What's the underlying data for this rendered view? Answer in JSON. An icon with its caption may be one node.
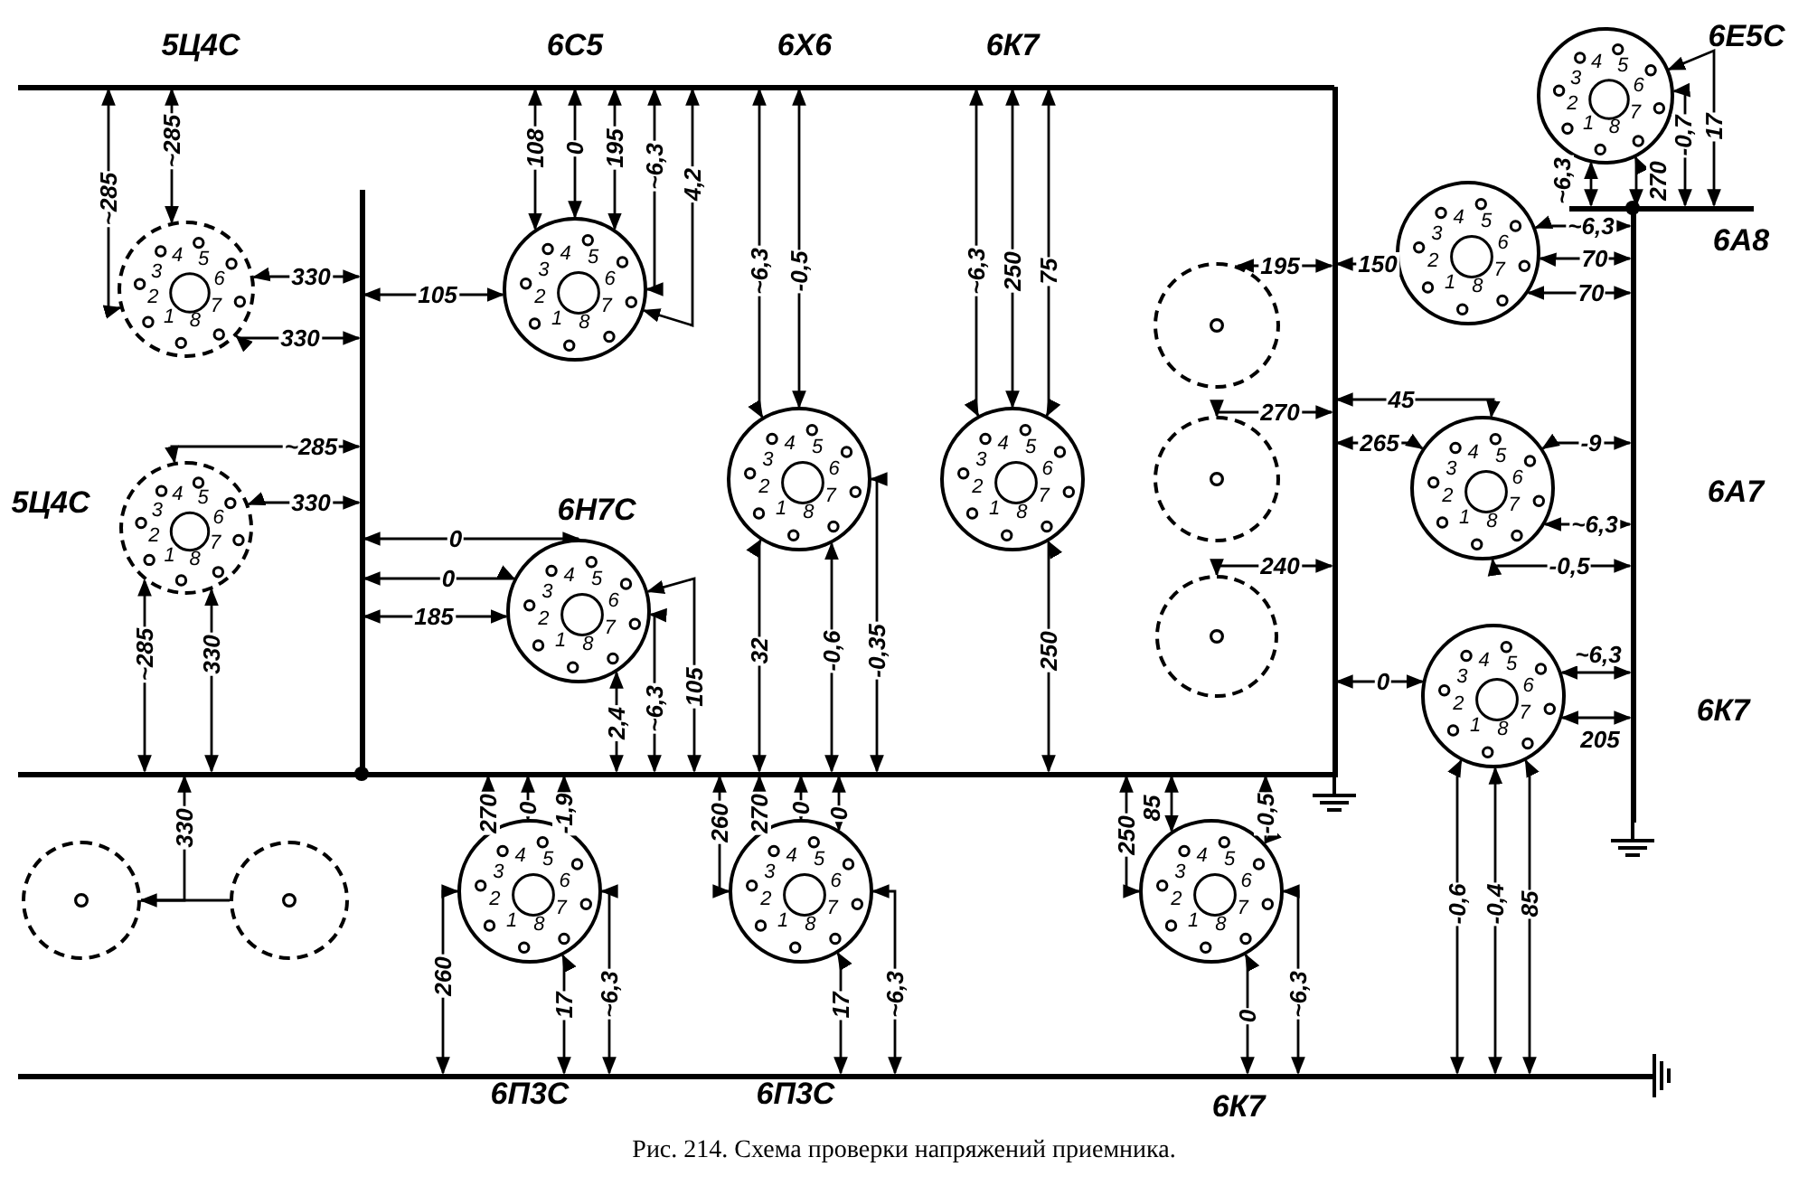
{
  "diagram": {
    "caption": "Рис. 214. Схема проверки напряжений приемника.",
    "nodes": [
      {
        "text": [
          "1",
          "2",
          "3",
          "4",
          "5",
          "6",
          "7",
          "8"
        ]
      },
      {
        "text": [
          "1",
          "2",
          "3",
          "4",
          "5",
          "6",
          "7",
          "8"
        ]
      },
      {
        "text": [
          "1",
          "2",
          "3",
          "4",
          "5",
          "6",
          "7",
          "8"
        ]
      },
      {
        "text": [
          "1",
          "2",
          "3",
          "4",
          "5",
          "6",
          "7",
          "8"
        ]
      },
      {
        "text": [
          "1",
          "2",
          "3",
          "4",
          "5",
          "6",
          "7",
          "8"
        ]
      },
      {
        "text": [
          "1",
          "2",
          "3",
          "4",
          "5",
          "6",
          "7",
          "8"
        ]
      },
      {
        "text": [
          "1",
          "2",
          "3",
          "4",
          "5",
          "6",
          "7",
          "8"
        ]
      },
      {
        "text": [
          "1",
          "2",
          "3",
          "4",
          "5",
          "6",
          "7",
          "8"
        ]
      },
      {
        "text": [
          "1",
          "2",
          "3",
          "4",
          "5",
          "6",
          "7",
          "8"
        ]
      },
      {
        "text": [
          "1",
          "2",
          "3",
          "4",
          "5",
          "6",
          "7",
          "8"
        ]
      },
      {
        "text": [
          "1",
          "2",
          "3",
          "4",
          "5",
          "6",
          "7",
          "8"
        ]
      },
      {
        "text": [
          "1",
          "2",
          "3",
          "4",
          "5",
          "6",
          "7",
          "8"
        ]
      },
      {
        "text": [
          "1",
          "2",
          "3",
          "4",
          "5",
          "6",
          "7",
          "8"
        ]
      },
      {
        "text": [],
        "shape": "circle"
      },
      {
        "text": [],
        "shape": "circle"
      },
      {
        "text": [],
        "shape": "circle"
      },
      {
        "text": [],
        "shape": "circle"
      },
      {
        "text": [],
        "shape": "circle"
      },
      {
        "text": [],
        "shape": "bar"
      },
      {
        "text": [],
        "shape": "bar"
      },
      {
        "text": [],
        "shape": "bar"
      },
      {
        "text": [],
        "shape": "bar"
      },
      {
        "text": [],
        "shape": "bar"
      },
      {
        "text": [],
        "shape": "bar"
      },
      {
        "text": [],
        "shape": "bar"
      }
    ],
    "edges": [
      {
        "from": 16,
        "to": 17,
        "arrow": "none"
      },
      {
        "from": 18,
        "to": 0,
        "arrow": "both",
        "label": "~285"
      },
      {
        "from": 18,
        "to": 0,
        "arrow": "both",
        "label": "~285"
      },
      {
        "from": 21,
        "to": 0,
        "arrow": "both",
        "label": "330"
      },
      {
        "from": 21,
        "to": 0,
        "arrow": "both",
        "label": "330"
      },
      {
        "from": 21,
        "to": 1,
        "arrow": "both",
        "label": "~285"
      },
      {
        "from": 21,
        "to": 1,
        "arrow": "both",
        "label": "330"
      },
      {
        "from": 20,
        "to": 1,
        "arrow": "both",
        "label": "~285"
      },
      {
        "from": 20,
        "to": 1,
        "arrow": "both",
        "label": "330"
      },
      {
        "from": 20,
        "to": 16,
        "arrow": "both",
        "label": "330"
      },
      {
        "from": 18,
        "to": 2,
        "arrow": "both",
        "label": "108"
      },
      {
        "from": 18,
        "to": 2,
        "arrow": "both",
        "label": "0"
      },
      {
        "from": 18,
        "to": 2,
        "arrow": "both",
        "label": "195"
      },
      {
        "from": 18,
        "to": 2,
        "arrow": "both",
        "label": "~6,3"
      },
      {
        "from": 18,
        "to": 2,
        "arrow": "both",
        "label": "4,2"
      },
      {
        "from": 21,
        "to": 2,
        "arrow": "both",
        "label": "105"
      },
      {
        "from": 21,
        "to": 3,
        "arrow": "both",
        "label": "0"
      },
      {
        "from": 21,
        "to": 3,
        "arrow": "both",
        "label": "0"
      },
      {
        "from": 21,
        "to": 3,
        "arrow": "both",
        "label": "185"
      },
      {
        "from": 20,
        "to": 3,
        "arrow": "both",
        "label": "2,4"
      },
      {
        "from": 20,
        "to": 3,
        "arrow": "both",
        "label": "~6,3"
      },
      {
        "from": 20,
        "to": 3,
        "arrow": "both",
        "label": "105"
      },
      {
        "from": 18,
        "to": 4,
        "arrow": "both",
        "label": "~6,3"
      },
      {
        "from": 18,
        "to": 4,
        "arrow": "both",
        "label": "-0,5"
      },
      {
        "from": 20,
        "to": 4,
        "arrow": "both",
        "label": "32"
      },
      {
        "from": 20,
        "to": 4,
        "arrow": "both",
        "label": "-0,6"
      },
      {
        "from": 20,
        "to": 4,
        "arrow": "both",
        "label": "-0,35"
      },
      {
        "from": 18,
        "to": 5,
        "arrow": "both",
        "label": "~6,3"
      },
      {
        "from": 18,
        "to": 5,
        "arrow": "both",
        "label": "250"
      },
      {
        "from": 18,
        "to": 5,
        "arrow": "both",
        "label": "75"
      },
      {
        "from": 20,
        "to": 5,
        "arrow": "both",
        "label": "250"
      },
      {
        "from": 19,
        "to": 13,
        "arrow": "both",
        "label": "195"
      },
      {
        "from": 19,
        "to": 14,
        "arrow": "both",
        "label": "270"
      },
      {
        "from": 19,
        "to": 15,
        "arrow": "both",
        "label": "240"
      },
      {
        "from": 22,
        "to": 6,
        "arrow": "both",
        "label": "~6,3"
      },
      {
        "from": 22,
        "to": 6,
        "arrow": "both",
        "label": "270"
      },
      {
        "from": 22,
        "to": 6,
        "arrow": "both",
        "label": "-0,7"
      },
      {
        "from": 22,
        "to": 6,
        "arrow": "both",
        "label": "17"
      },
      {
        "from": 19,
        "to": 7,
        "arrow": "both",
        "label": "150"
      },
      {
        "from": 23,
        "to": 7,
        "arrow": "both",
        "label": "~6,3"
      },
      {
        "from": 23,
        "to": 7,
        "arrow": "both",
        "label": "70"
      },
      {
        "from": 23,
        "to": 7,
        "arrow": "both",
        "label": "70"
      },
      {
        "from": 19,
        "to": 8,
        "arrow": "both",
        "label": "45"
      },
      {
        "from": 19,
        "to": 8,
        "arrow": "both",
        "label": "265"
      },
      {
        "from": 23,
        "to": 8,
        "arrow": "both",
        "label": "-9"
      },
      {
        "from": 23,
        "to": 8,
        "arrow": "both",
        "label": "~6,3"
      },
      {
        "from": 23,
        "to": 8,
        "arrow": "both",
        "label": "-0,5"
      },
      {
        "from": 19,
        "to": 9,
        "arrow": "both",
        "label": "0"
      },
      {
        "from": 23,
        "to": 9,
        "arrow": "both",
        "label": "~6,3"
      },
      {
        "from": 23,
        "to": 9,
        "arrow": "both",
        "label": "205"
      },
      {
        "from": 24,
        "to": 9,
        "arrow": "both",
        "label": "-0,6"
      },
      {
        "from": 24,
        "to": 9,
        "arrow": "both",
        "label": "-0,4"
      },
      {
        "from": 24,
        "to": 9,
        "arrow": "both",
        "label": "85"
      },
      {
        "from": 20,
        "to": 10,
        "arrow": "both",
        "label": "270"
      },
      {
        "from": 20,
        "to": 10,
        "arrow": "both",
        "label": "0"
      },
      {
        "from": 20,
        "to": 10,
        "arrow": "both",
        "label": "-1,9"
      },
      {
        "from": 24,
        "to": 10,
        "arrow": "both",
        "label": "260"
      },
      {
        "from": 24,
        "to": 10,
        "arrow": "both",
        "label": "17"
      },
      {
        "from": 24,
        "to": 10,
        "arrow": "both",
        "label": "~6,3"
      },
      {
        "from": 20,
        "to": 11,
        "arrow": "both",
        "label": "260"
      },
      {
        "from": 20,
        "to": 11,
        "arrow": "both",
        "label": "270"
      },
      {
        "from": 20,
        "to": 11,
        "arrow": "both",
        "label": "0"
      },
      {
        "from": 20,
        "to": 11,
        "arrow": "both",
        "label": "0"
      },
      {
        "from": 24,
        "to": 11,
        "arrow": "both",
        "label": "17"
      },
      {
        "from": 24,
        "to": 11,
        "arrow": "both",
        "label": "~6,3"
      },
      {
        "from": 20,
        "to": 12,
        "arrow": "both",
        "label": "250"
      },
      {
        "from": 20,
        "to": 12,
        "arrow": "both",
        "label": "85"
      },
      {
        "from": 20,
        "to": 12,
        "arrow": "both",
        "label": "-0,5"
      },
      {
        "from": 24,
        "to": 12,
        "arrow": "both",
        "label": "0"
      },
      {
        "from": 24,
        "to": 12,
        "arrow": "both",
        "label": "~6,3"
      }
    ],
    "labels": [
      "5Ц4С",
      "6С5",
      "6Х6",
      "6К7",
      "6Е5С",
      "6А8",
      "5Ц4С",
      "6Н7С",
      "6А7",
      "6К7",
      "6П3С",
      "6П3С",
      "6К7"
    ]
  }
}
